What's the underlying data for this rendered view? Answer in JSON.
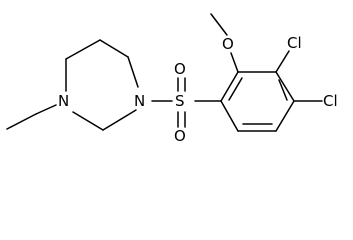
{
  "molecule": {
    "atoms": {
      "nitrogen_left": "N",
      "nitrogen_right": "N",
      "sulfur": "S",
      "oxygen_top": "O",
      "oxygen_bottom": "O",
      "oxygen_methoxy": "O",
      "chlorine_upper": "Cl",
      "chlorine_lower": "Cl"
    }
  }
}
